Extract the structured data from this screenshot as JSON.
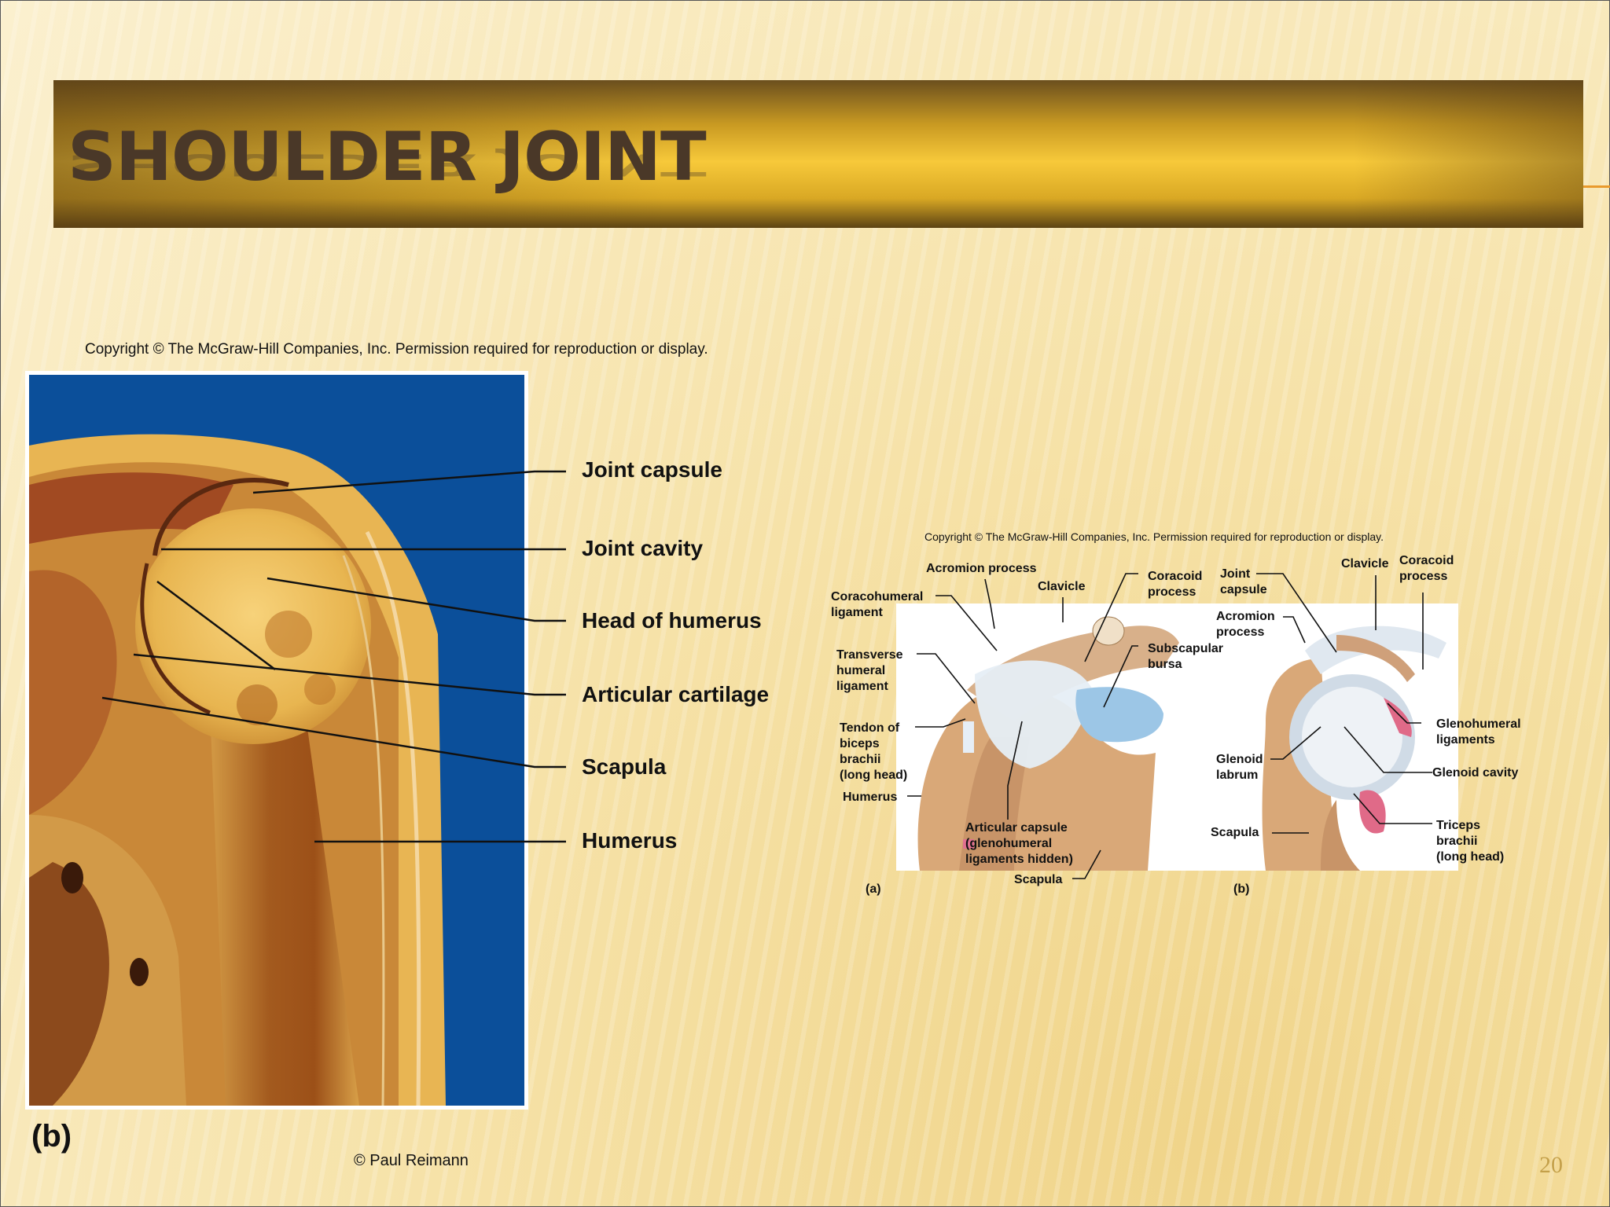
{
  "slide": {
    "title": "SHOULDER JOINT",
    "page_number": "20",
    "footer": "© Paul Reimann"
  },
  "left_figure": {
    "copyright": "Copyright © The McGraw-Hill Companies, Inc. Permission required for reproduction or display.",
    "panel_label": "(b)",
    "labels": [
      "Joint capsule",
      "Joint cavity",
      "Head of humerus",
      "Articular cartilage",
      "Scapula",
      "Humerus"
    ]
  },
  "right_figure": {
    "copyright": "Copyright © The McGraw-Hill Companies, Inc. Permission required for reproduction or display.",
    "panel_a": "(a)",
    "panel_b": "(b)",
    "labels_a": {
      "acromion": "Acromion process",
      "clavicle": "Clavicle",
      "coracohumeral": [
        "Coracohumeral",
        "ligament"
      ],
      "coracoid": [
        "Coracoid",
        "process"
      ],
      "transverse": [
        "Transverse",
        "humeral",
        "ligament"
      ],
      "subscapular": [
        "Subscapular",
        "bursa"
      ],
      "tendon": [
        "Tendon of",
        "biceps",
        "brachii",
        "(long head)"
      ],
      "humerus": "Humerus",
      "capsule": [
        "Articular capsule",
        "(glenohumeral",
        "ligaments hidden)"
      ],
      "scapula": "Scapula"
    },
    "labels_b": {
      "joint_capsule": [
        "Joint",
        "capsule"
      ],
      "clavicle": "Clavicle",
      "coracoid": [
        "Coracoid",
        "process"
      ],
      "acromion": [
        "Acromion",
        "process"
      ],
      "glenohumeral": [
        "Glenohumeral",
        "ligaments"
      ],
      "labrum": [
        "Glenoid",
        "labrum"
      ],
      "cavity": "Glenoid cavity",
      "scapula": "Scapula",
      "triceps": [
        "Triceps",
        "brachii",
        "(long head)"
      ]
    }
  },
  "colors": {
    "title_bar": "#f7c93a",
    "title_text": "#4a3828",
    "photo_background": "#0b4f9a",
    "page_number": "#c4a04a"
  }
}
